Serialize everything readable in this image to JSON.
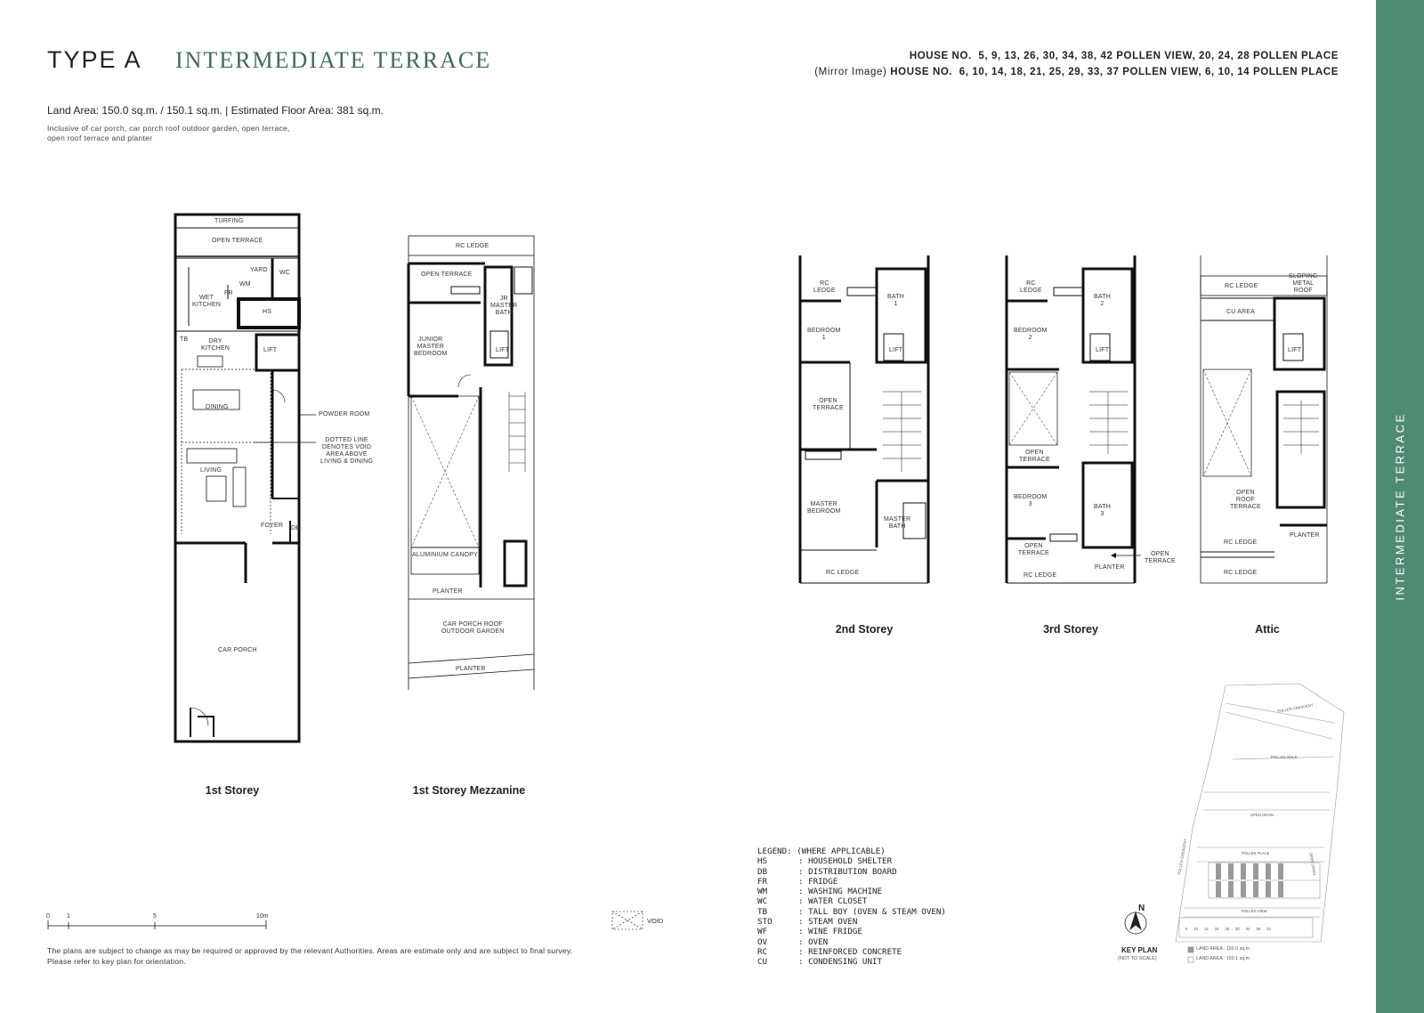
{
  "header": {
    "type_label": "TYPE A",
    "type_name": "INTERMEDIATE TERRACE",
    "house_prefix": "HOUSE NO.",
    "house_list": "5, 9, 13, 26, 30, 34, 38, 42 POLLEN VIEW, 20, 24, 28 POLLEN PLACE",
    "mirror_prefix": "(Mirror Image)",
    "mirror_house_prefix": "HOUSE NO.",
    "mirror_house_list": "6, 10, 14, 18, 21, 25, 29, 33, 37 POLLEN VIEW, 6, 10, 14 POLLEN PLACE",
    "area_line": "Land Area: 150.0 sq.m. / 150.1 sq.m.  |  Estimated Floor Area: 381 sq.m.",
    "area_note_1": "Inclusive of car porch, car porch roof outdoor garden, open terrace,",
    "area_note_2": "open roof terrace and planter"
  },
  "side_tab": {
    "label": "INTERMEDIATE TERRACE"
  },
  "plans": {
    "first": {
      "caption": "1st Storey",
      "rooms": {
        "turfing": "TURFING",
        "open_terrace": "OPEN TERRACE",
        "yard": "YARD",
        "wc": "WC",
        "wm": "WM",
        "fr": "FR",
        "wet_kitchen": "WET\nKITCHEN",
        "hs": "HS",
        "tb": "TB",
        "dry_kitchen": "DRY\nKITCHEN",
        "lift": "LIFT",
        "dining": "DINING",
        "living": "LIVING",
        "foyer": "FOYER",
        "db": "DB",
        "car_porch": "CAR PORCH"
      },
      "callouts": {
        "powder_room": "POWDER ROOM",
        "dotted_line": "DOTTED LINE\nDENOTES VOID\nAREA ABOVE\nLIVING & DINING"
      }
    },
    "mezzanine": {
      "caption": "1st Storey Mezzanine",
      "rooms": {
        "rc_ledge": "RC LEDGE",
        "open_terrace": "OPEN TERRACE",
        "jr_master_bath": "JR\nMASTER\nBATH",
        "junior_master_bedroom": "JUNIOR\nMASTER\nBEDROOM",
        "lift": "LIFT",
        "aluminium_canopy": "ALUMINIUM CANOPY",
        "planter_top": "PLANTER",
        "car_porch_roof": "CAR PORCH ROOF\nOUTDOOR GARDEN",
        "planter_bottom": "PLANTER"
      }
    },
    "second": {
      "caption": "2nd Storey",
      "rooms": {
        "rc_ledge_top": "RC\nLEDGE",
        "bath_1": "BATH\n1",
        "bedroom_1": "BEDROOM\n1",
        "lift": "LIFT",
        "open_terrace": "OPEN\nTERRACE",
        "master_bedroom": "MASTER\nBEDROOM",
        "master_bath": "MASTER\nBATH",
        "rc_ledge_bottom": "RC LEDGE"
      }
    },
    "third": {
      "caption": "3rd Storey",
      "rooms": {
        "rc_ledge_top": "RC\nLEDGE",
        "bath_2": "BATH\n2",
        "bedroom_2": "BEDROOM\n2",
        "lift": "LIFT",
        "open_terrace_mid": "OPEN\nTERRACE",
        "bedroom_3": "BEDROOM\n3",
        "bath_3": "BATH\n3",
        "open_terrace_bottom": "OPEN\nTERRACE",
        "rc_ledge_bottom": "RC LEDGE",
        "planter": "PLANTER"
      },
      "callouts": {
        "open_terrace": "OPEN\nTERRACE"
      }
    },
    "attic": {
      "caption": "Attic",
      "rooms": {
        "rc_ledge_top": "RC LEDGE",
        "sloping_metal_roof": "SLOPING\nMETAL\nROOF",
        "cu_area": "CU AREA",
        "lift": "LIFT",
        "open_roof_terrace": "OPEN\nROOF\nTERRACE",
        "planter": "PLANTER",
        "rc_ledge_mid": "RC LEDGE",
        "rc_ledge_bottom": "RC LEDGE"
      }
    }
  },
  "legend": {
    "title": "LEGEND: (WHERE APPLICABLE)",
    "items": [
      {
        "abbr": "HS",
        "desc": ": HOUSEHOLD SHELTER"
      },
      {
        "abbr": "DB",
        "desc": ": DISTRIBUTION BOARD"
      },
      {
        "abbr": "FR",
        "desc": ": FRIDGE"
      },
      {
        "abbr": "WM",
        "desc": ": WASHING MACHINE"
      },
      {
        "abbr": "WC",
        "desc": ": WATER CLOSET"
      },
      {
        "abbr": "TB",
        "desc": ": TALL BOY (OVEN & STEAM OVEN)"
      },
      {
        "abbr": "STO",
        "desc": ": STEAM OVEN"
      },
      {
        "abbr": "WF",
        "desc": ": WINE FRIDGE"
      },
      {
        "abbr": "OV",
        "desc": ": OVEN"
      },
      {
        "abbr": "RC",
        "desc": ": REINFORCED CONCRETE"
      },
      {
        "abbr": "CU",
        "desc": ": CONDENSING UNIT"
      }
    ]
  },
  "scale": {
    "ticks": [
      "0",
      "1",
      "5",
      "10m"
    ]
  },
  "void_label": "VOID",
  "disclaimer": {
    "line1": "The plans are subject to change as may be required or approved by the relevant Authorities. Areas are estimate only and are subject to final survey.",
    "line2": "Please refer to key plan for orientation."
  },
  "key_plan": {
    "north": "N",
    "title": "KEY PLAN",
    "subtitle": "(NOT TO SCALE)",
    "streets": {
      "pollen_crescent_top": "POLLEN CRESCENT",
      "pollen_walk": "POLLEN WALK",
      "open_drain_mid": "OPEN DRAIN",
      "pollen_place": "POLLEN PLACE",
      "pollen_view": "POLLEN VIEW",
      "pollen_crescent_side": "POLLEN CRESCENT",
      "open_drain_side": "OPEN DRAIN"
    },
    "units_row": [
      "6",
      "10",
      "14",
      "18",
      "26",
      "30",
      "34",
      "38",
      "42"
    ],
    "legend_a": "LAND AREA : 150.0 sq.m",
    "legend_b": "LAND AREA : 150.1 sq.m"
  },
  "colors": {
    "accent": "#4f8a74",
    "title_green": "#3f6a5c",
    "wall": "#111111"
  }
}
